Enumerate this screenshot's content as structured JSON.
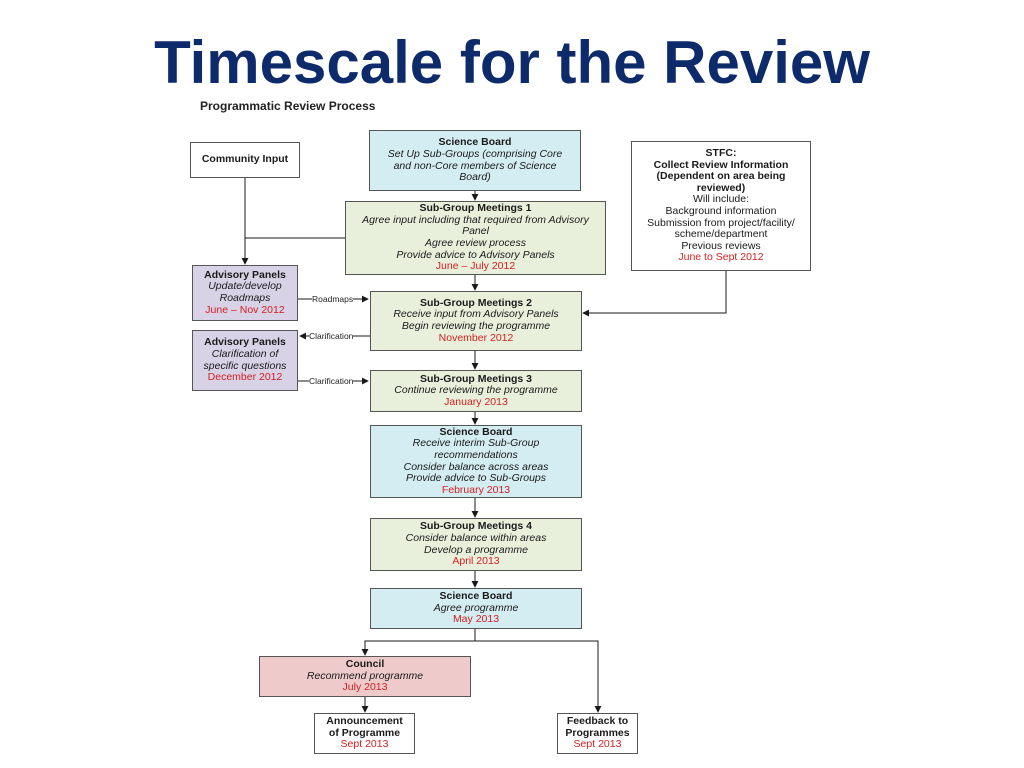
{
  "title": "Timescale for the Review",
  "subtitle": "Programmatic Review Process",
  "community": {
    "title": "Community Input"
  },
  "sb1": {
    "title": "Science Board",
    "lines": [
      "Set Up Sub-Groups (comprising Core",
      "and non-Core members of Science",
      "Board)"
    ]
  },
  "stfc": {
    "title": "STFC:",
    "bold_lines": [
      "Collect Review Information",
      "(Dependent on area being",
      "reviewed)"
    ],
    "lines": [
      "Will include:",
      "Background information",
      "Submission from project/facility/",
      "scheme/department",
      "Previous reviews"
    ],
    "date": "June to Sept 2012"
  },
  "sgm1": {
    "title": "Sub-Group Meetings 1",
    "lines": [
      "Agree input including that required from Advisory",
      "Panel",
      "Agree review process",
      "Provide advice to Advisory Panels"
    ],
    "date": "June – July 2012"
  },
  "ap1": {
    "title": "Advisory Panels",
    "lines": [
      "Update/develop",
      "Roadmaps"
    ],
    "date": "June – Nov 2012"
  },
  "sgm2": {
    "title": "Sub-Group Meetings 2",
    "lines": [
      "Receive input from Advisory Panels",
      "Begin reviewing the programme"
    ],
    "date": "November 2012"
  },
  "ap2": {
    "title": "Advisory Panels",
    "lines": [
      "Clarification of",
      "specific questions"
    ],
    "date": "December 2012"
  },
  "sgm3": {
    "title": "Sub-Group Meetings 3",
    "lines": [
      "Continue reviewing the programme"
    ],
    "date": "January 2013"
  },
  "sb2": {
    "title": "Science Board",
    "lines": [
      "Receive interim Sub-Group",
      "recommendations",
      "Consider balance across areas",
      "Provide advice to Sub-Groups"
    ],
    "date": "February 2013"
  },
  "sgm4": {
    "title": "Sub-Group Meetings 4",
    "lines": [
      "Consider balance within areas",
      "Develop a programme"
    ],
    "date": "April 2013"
  },
  "sb3": {
    "title": "Science Board",
    "lines": [
      "Agree programme"
    ],
    "date": "May 2013"
  },
  "council": {
    "title": "Council",
    "lines": [
      "Recommend programme"
    ],
    "date": "July 2013"
  },
  "announce": {
    "title_lines": [
      "Announcement",
      "of Programme"
    ],
    "date": "Sept 2013"
  },
  "feedback": {
    "title_lines": [
      "Feedback to",
      "Programmes"
    ],
    "date": "Sept 2013"
  },
  "labels": {
    "roadmaps": "Roadmaps",
    "clarification1": "Clarification",
    "clarification2": "Clarification"
  },
  "colors": {
    "title": "#0d2a6b",
    "science_board": "#d4edf2",
    "sub_group": "#e8f0dc",
    "advisory": "#d8d2e6",
    "council": "#efcaca",
    "date": "#d42020"
  }
}
